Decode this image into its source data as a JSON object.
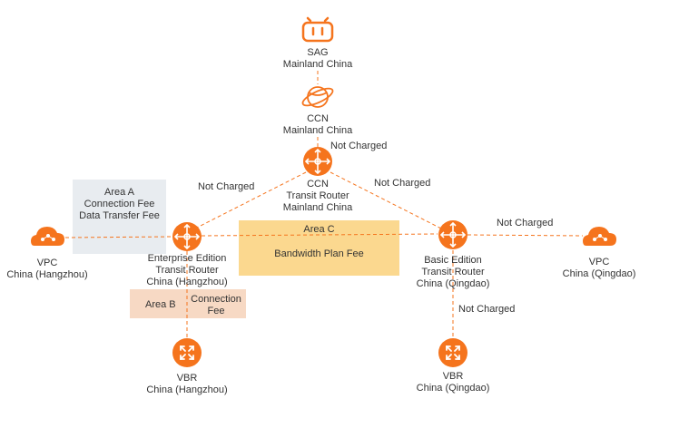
{
  "colors": {
    "accent": "#f5741d",
    "area_a_fill": "#e8ecf0",
    "area_b_fill": "#f7d9c4",
    "area_c_fill": "#fbd88f",
    "text": "#333333"
  },
  "nodes": {
    "sag": {
      "icon": "sag-icon",
      "line1": "SAG",
      "line2": "Mainland China"
    },
    "ccn_top": {
      "icon": "ccn-globe-icon",
      "line1": "CCN",
      "line2": "Mainland China"
    },
    "ccn_router": {
      "icon": "transit-router-icon",
      "line1": "CCN",
      "line2": "Transit Router",
      "line3": "Mainland China"
    },
    "tr_hangzhou": {
      "icon": "transit-router-icon",
      "line1": "Enterprise Edition",
      "line2": "Transit Router",
      "line3": "China (Hangzhou)"
    },
    "tr_qingdao": {
      "icon": "transit-router-icon",
      "line1": "Basic Edition",
      "line2": "Transit Router",
      "line3": "China (Qingdao)"
    },
    "vpc_hangzhou": {
      "icon": "cloud-vpc-icon",
      "line1": "VPC",
      "line2": "China (Hangzhou)"
    },
    "vpc_qingdao": {
      "icon": "cloud-vpc-icon",
      "line1": "VPC",
      "line2": "China (Qingdao)"
    },
    "vbr_hangzhou": {
      "icon": "vbr-icon",
      "line1": "VBR",
      "line2": "China (Hangzhou)"
    },
    "vbr_qingdao": {
      "icon": "vbr-icon",
      "line1": "VBR",
      "line2": "China (Qingdao)"
    }
  },
  "edge_labels": {
    "ccn_to_router": "Not Charged",
    "router_to_hangzhou": "Not Charged",
    "router_to_qingdao": "Not Charged",
    "qingdao_to_vpc": "Not Charged",
    "qingdao_to_vbr": "Not Charged"
  },
  "areas": {
    "a": {
      "title": "Area A",
      "line1": "Connection Fee",
      "line2": "Data Transfer Fee"
    },
    "b": {
      "title": "Area B",
      "line1": "Connection",
      "line2": "Fee"
    },
    "c": {
      "title": "Area C",
      "line1": "Bandwidth Plan Fee"
    }
  }
}
